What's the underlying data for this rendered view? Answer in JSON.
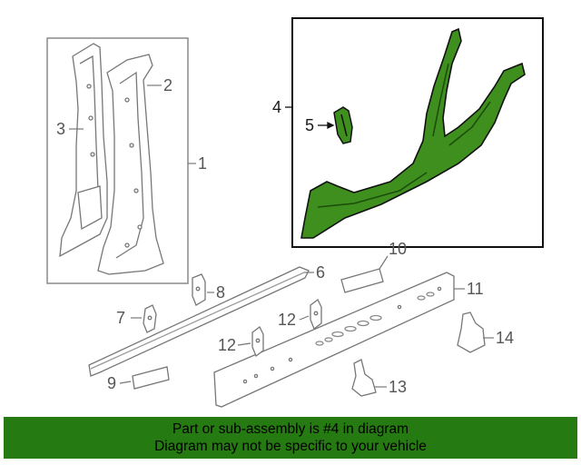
{
  "diagram": {
    "callouts": [
      "1",
      "2",
      "3",
      "4",
      "5",
      "6",
      "7",
      "8",
      "9",
      "10",
      "11",
      "12",
      "12",
      "13",
      "14"
    ],
    "highlight_color": "#3f8f1f",
    "line_color": "#777777"
  },
  "banner": {
    "line1": "Part or sub-assembly is #4 in diagram",
    "line2": "Diagram may not be specific to your vehicle",
    "background": "#267a12"
  }
}
